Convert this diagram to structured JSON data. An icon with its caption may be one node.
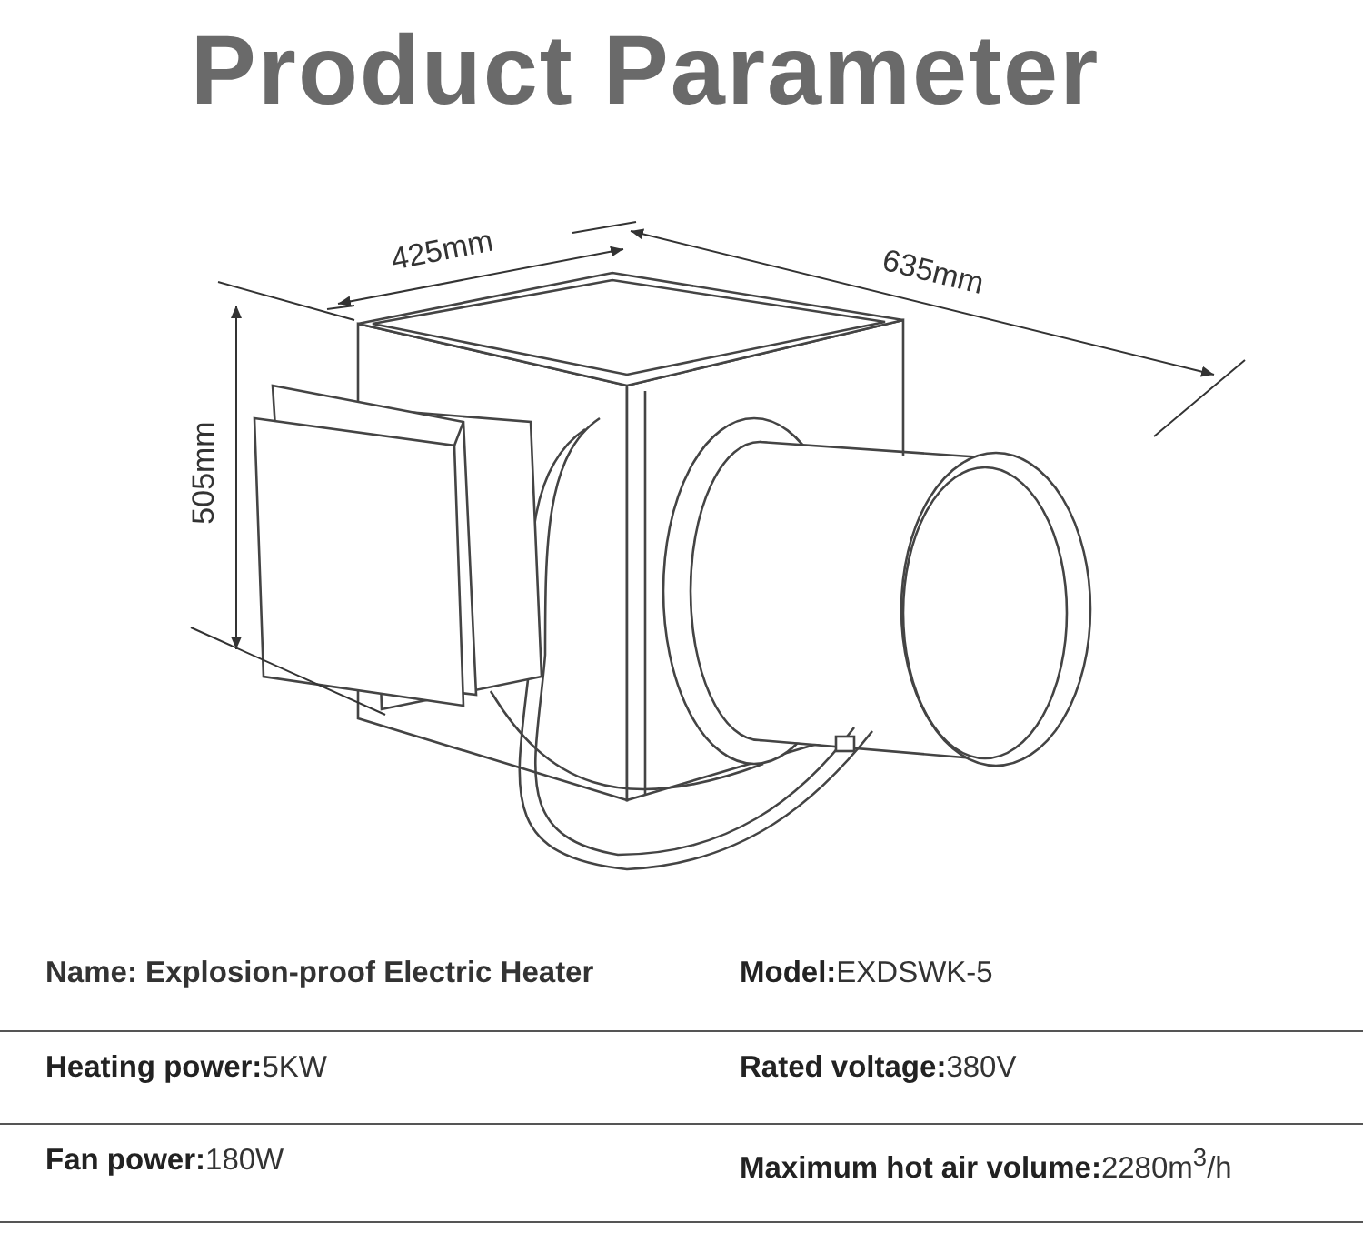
{
  "diagram": {
    "title": "Product Parameter",
    "labels": [
      "425mm",
      "635mm",
      "505mm",
      "Name: Explosion-proof Electric Heater",
      "**Model:**EXDSWK-5",
      "**Heating power:**5KW",
      "**Rated voltage:**380V",
      "**Fan power:**180W",
      "**Maximum hot air volume:**2280m$^{3}$/h"
    ]
  }
}
